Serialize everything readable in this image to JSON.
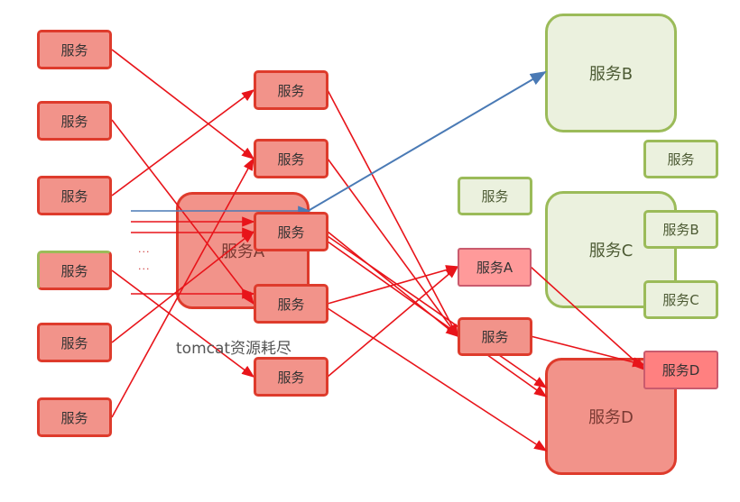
{
  "nodes": {
    "left": [
      "服务",
      "服务",
      "服务",
      "服务",
      "服务",
      "服务"
    ],
    "mid": [
      "服务",
      "服务",
      "服务",
      "服务",
      "服务"
    ],
    "tomcat_service": "服务A",
    "service_a_small": "服务A",
    "service_mid_right": "服务",
    "service_green_small": "服务",
    "service_green_top": "服务",
    "service_b": "服务B",
    "service_c": "服务C",
    "service_c_b": "服务B",
    "service_c_c": "服务C",
    "service_d_small": "服务D",
    "service_d": "服务D"
  },
  "annotations": {
    "tomcat": "tomcat资源耗尽",
    "dots1": "...",
    "dots2": "..."
  },
  "colors": {
    "red_fill": "#f2938a",
    "red_border": "#de3b2c",
    "green_fill": "#ebf1de",
    "green_border": "#9bbb59",
    "arrow_red": "#e8141a",
    "arrow_blue": "#4a7ab5"
  }
}
